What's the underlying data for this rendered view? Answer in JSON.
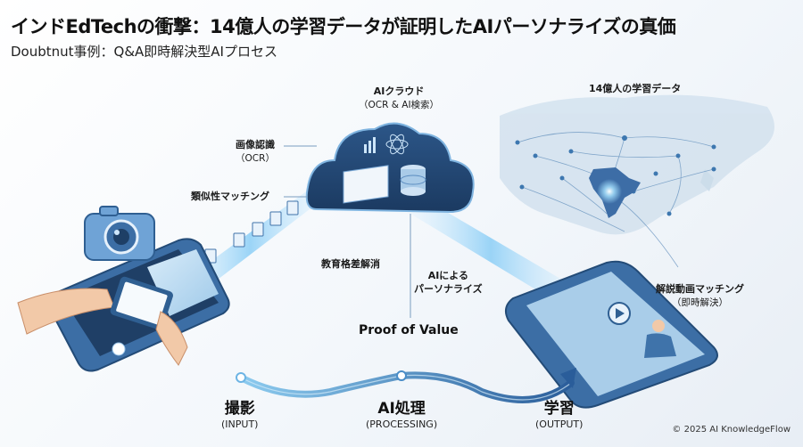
{
  "header": {
    "title": "インドEdTechの衝撃：14億人の学習データが証明したAIパーソナライズの真価",
    "subtitle": "Doubtnut事例：Q&A即時解決型AIプロセス"
  },
  "cloud": {
    "title": "AIクラウド",
    "subtitle": "（OCR & AI検索）"
  },
  "map": {
    "title": "14億人の学習データ"
  },
  "annotations": {
    "ocr": {
      "title": "画像認識",
      "subtitle": "（OCR）"
    },
    "matching": {
      "title": "類似性マッチング"
    },
    "gap": {
      "title": "教育格差解消"
    },
    "personalize": {
      "line1": "AIによる",
      "line2": "パーソナライズ"
    },
    "proof": {
      "title": "Proof of Value"
    },
    "video": {
      "title": "解説動画マッチング",
      "subtitle": "（即時解決）"
    }
  },
  "process": {
    "steps": [
      {
        "main": "撮影",
        "sub": "(INPUT)"
      },
      {
        "main": "AI処理",
        "sub": "(PROCESSING)"
      },
      {
        "main": "学習",
        "sub": "(OUTPUT)"
      }
    ]
  },
  "footer": {
    "copyright": "© 2025 AI KnowledgeFlow"
  },
  "colors": {
    "primary_blue": "#2f6fb0",
    "light_blue": "#6cb4e4",
    "dark_navy": "#1e3f66",
    "glow": "#9fdcff"
  }
}
